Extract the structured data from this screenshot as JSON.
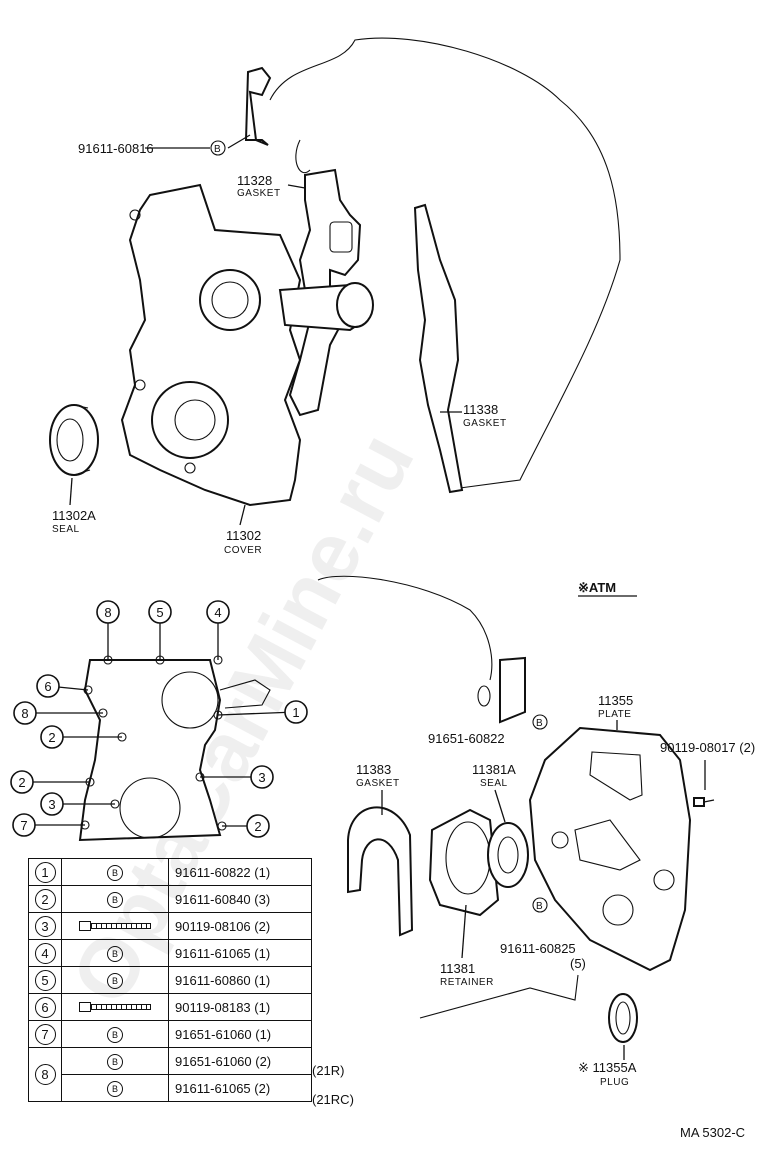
{
  "watermark": "OptaCarMine.ru",
  "diagram_code": "MA  5302-C",
  "atm_label": "※ATM",
  "callouts": {
    "bolt_top": "91611-60816",
    "gasket_11328": "11328",
    "gasket_11328_name": "GASKET",
    "gasket_11338": "11338",
    "gasket_11338_name": "GASKET",
    "seal_11302a": "11302A",
    "seal_11302a_name": "SEAL",
    "cover_11302": "11302",
    "cover_11302_name": "COVER",
    "bolt_91651": "91651-60822",
    "plate_11355": "11355",
    "plate_11355_name": "PLATE",
    "bolt_90119": "90119-08017 (2)",
    "gasket_11383": "11383",
    "gasket_11383_name": "GASKET",
    "seal_11381a": "11381A",
    "seal_11381a_name": "SEAL",
    "bolt_91611_60825": "91611-60825",
    "bolt_91611_60825_qty": "(5)",
    "retainer_11381": "11381",
    "retainer_11381_name": "RETAINER",
    "plug_11355a": "※ 11355A",
    "plug_11355a_name": "PLUG"
  },
  "bolt_map_numbers": [
    "8",
    "5",
    "4",
    "6",
    "1",
    "8",
    "2",
    "2",
    "3",
    "3",
    "7",
    "2"
  ],
  "bolt_symbol": "B",
  "table_rows": [
    {
      "key": "1",
      "icon": "B",
      "part": "91611-60822 (1)",
      "suffix": ""
    },
    {
      "key": "2",
      "icon": "B",
      "part": "91611-60840 (3)",
      "suffix": ""
    },
    {
      "key": "3",
      "icon": "bolt",
      "part": "90119-08106 (2)",
      "suffix": ""
    },
    {
      "key": "4",
      "icon": "B",
      "part": "91611-61065 (1)",
      "suffix": ""
    },
    {
      "key": "5",
      "icon": "B",
      "part": "91611-60860 (1)",
      "suffix": ""
    },
    {
      "key": "6",
      "icon": "bolt",
      "part": "90119-08183 (1)",
      "suffix": ""
    },
    {
      "key": "7",
      "icon": "B",
      "part": "91651-61060 (1)",
      "suffix": ""
    },
    {
      "key": "8",
      "icon": "B",
      "part": "91651-61060 (2)",
      "suffix": "(21R)"
    },
    {
      "key": "",
      "icon": "B",
      "part": "91611-61065 (2)",
      "suffix": "(21RC)"
    }
  ]
}
